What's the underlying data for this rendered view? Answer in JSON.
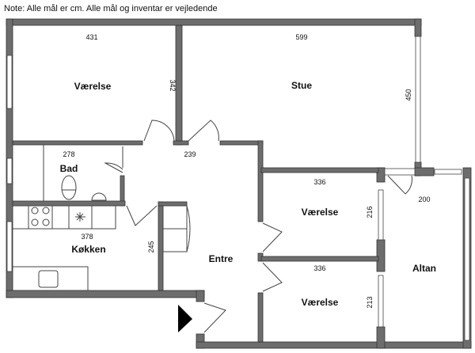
{
  "note": "Note: Alle mål er cm. Alle mål og inventar er vejledende",
  "rooms": {
    "vaerelse_1": {
      "label": "Værelse",
      "width": "431",
      "depth": "342"
    },
    "stue": {
      "label": "Stue",
      "width": "599",
      "depth": "450"
    },
    "bad": {
      "label": "Bad",
      "width": "278"
    },
    "hall_top": {
      "width": "239"
    },
    "vaerelse_2": {
      "label": "Værelse",
      "width": "336",
      "depth": "216"
    },
    "altan": {
      "label": "Altan",
      "width": "200"
    },
    "koekken": {
      "label": "Køkken",
      "width": "378",
      "depth": "245"
    },
    "entre": {
      "label": "Entre"
    },
    "vaerelse_3": {
      "label": "Værelse",
      "width": "336",
      "depth": "213"
    }
  },
  "colors": {
    "wall": "#6d6d6d",
    "entrance_marker": "#000000"
  }
}
